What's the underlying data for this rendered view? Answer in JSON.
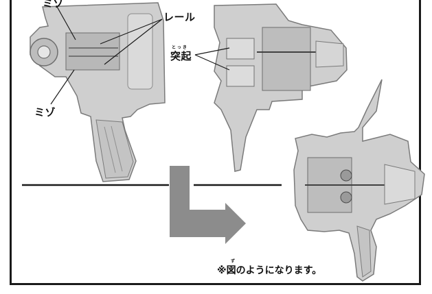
{
  "labels": {
    "groove_top": "ミゾ",
    "rail": "レール",
    "protrusion": "突起",
    "protrusion_ruby": "とっき",
    "groove_bottom": "ミゾ",
    "note": "※図のようになります。",
    "note_ruby": "ず"
  },
  "colors": {
    "line": "#1a1a1a",
    "arrow": "#8c8c8c",
    "part_fill": "#cfcfcf",
    "part_shadow": "#9a9a9a",
    "part_light": "#e6e6e6"
  },
  "icons": {
    "arrow": "down-right-elbow-arrow-icon"
  }
}
